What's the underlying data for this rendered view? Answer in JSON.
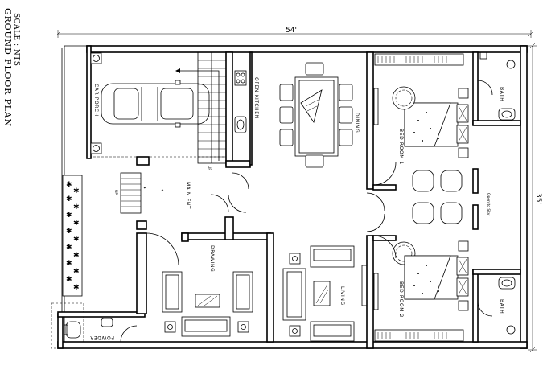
{
  "title": "GROUND FLOOR PLAN",
  "scale": "SCALE : NTS",
  "dimensions": {
    "width": "54'",
    "depth": "35'"
  },
  "rooms": {
    "car_porch": "CAR PORCH",
    "open_kitchen": "OPEN KITCHEN",
    "dining": "DINING",
    "bed_room_1": "BED ROOM 1",
    "bed_room_2": "BED ROOM 2",
    "bath_1": "BATH",
    "bath_2": "BATH",
    "main_ent": "MAIN ENT.",
    "drawing": "DRAWING",
    "living": "LIVING",
    "open_to_sky": "Open to Sky",
    "powder": "POWDER"
  },
  "stairs": {
    "up_1": "UP",
    "up_2": "UP"
  }
}
